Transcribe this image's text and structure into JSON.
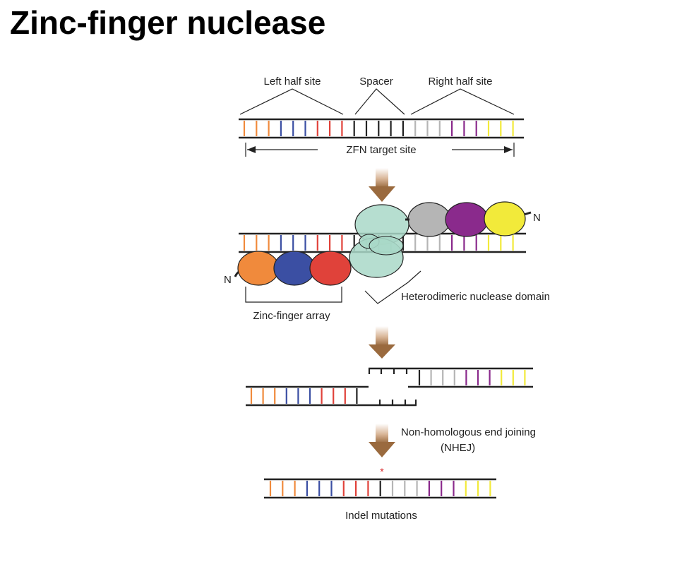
{
  "title": "Zinc-finger nuclease",
  "labels": {
    "left_half_site": "Left half site",
    "spacer": "Spacer",
    "right_half_site": "Right half site",
    "target_site": "ZFN target site",
    "n_terminus_right": "N",
    "n_terminus_left": "N",
    "nuclease_domain": "Heterodimeric nuclease domain",
    "zinc_finger_array": "Zinc-finger array",
    "nhej_line1": "Non-homologous end joining",
    "nhej_line2": "(NHEJ)",
    "mutation_marker": "*",
    "indel": "Indel mutations"
  },
  "colors": {
    "orange": "#f08a3c",
    "blue": "#3b4fa3",
    "red": "#e0423a",
    "black": "#222222",
    "grey": "#b5b5b5",
    "purple": "#8a2a8c",
    "yellow": "#f2ea3a",
    "nuclease_teal": "#a9d8c8",
    "arrow_brown": "#9a6a3e",
    "star_red": "#d9262a"
  },
  "dna_rung_order": [
    "orange",
    "orange",
    "orange",
    "blue",
    "blue",
    "blue",
    "red",
    "red",
    "red",
    "black",
    "black",
    "black",
    "black",
    "black",
    "grey",
    "grey",
    "grey",
    "purple",
    "purple",
    "purple",
    "yellow",
    "yellow",
    "yellow"
  ],
  "zinc_fingers_left": [
    "orange",
    "blue",
    "red"
  ],
  "zinc_fingers_right": [
    "grey",
    "purple",
    "yellow"
  ]
}
